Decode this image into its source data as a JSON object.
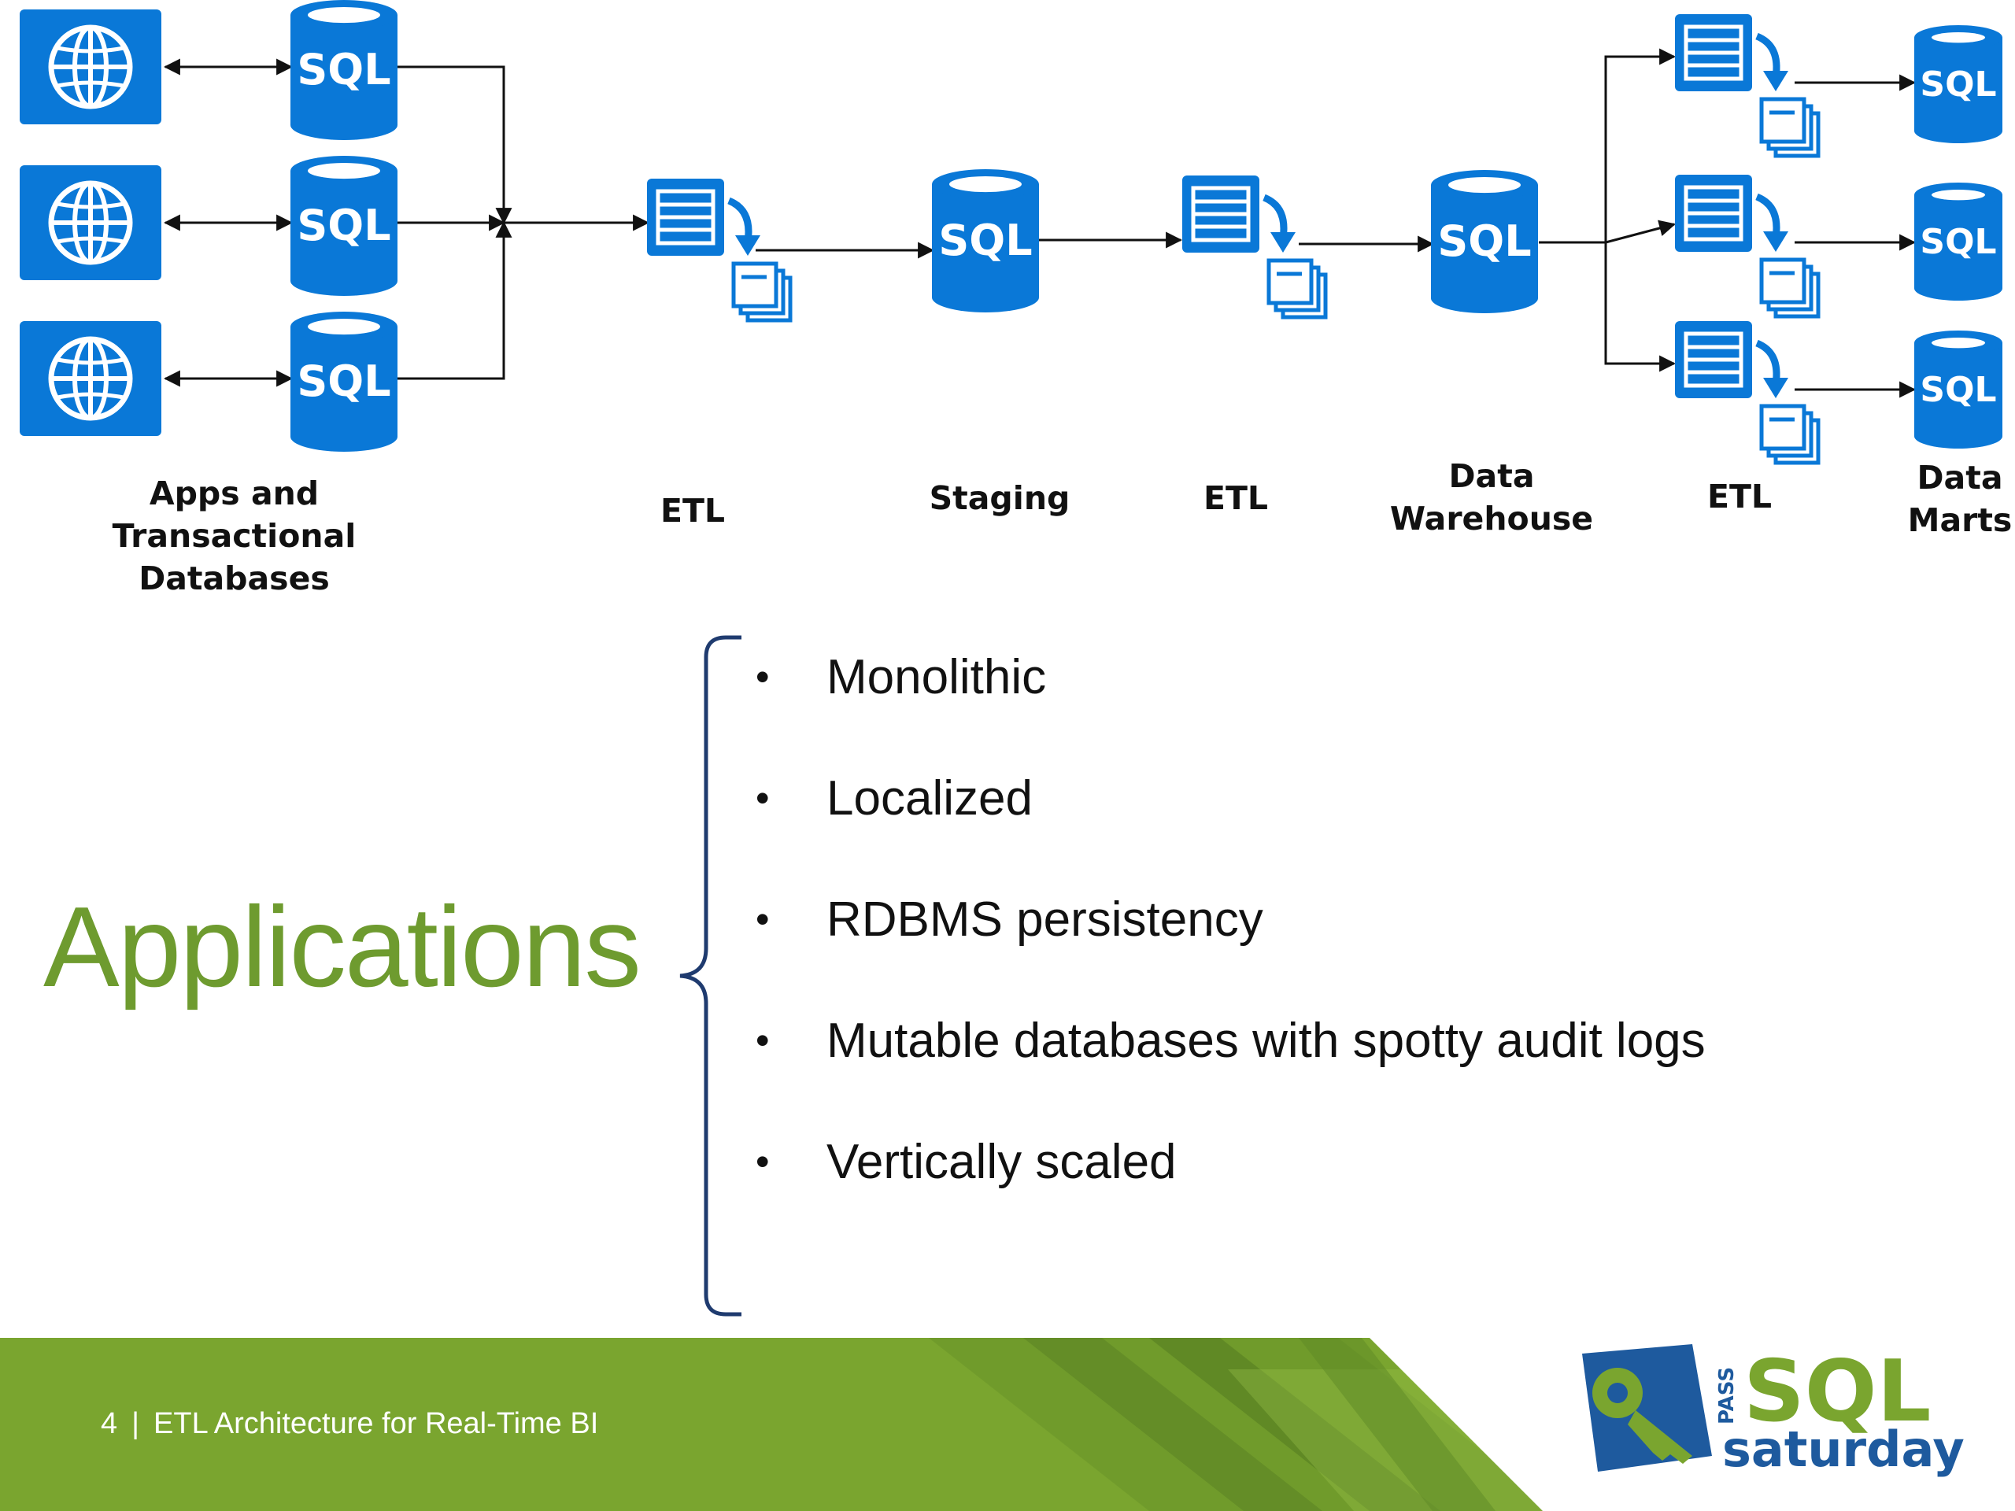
{
  "diagram": {
    "labels": {
      "sources": "Apps and Transactional Databases",
      "etl1": "ETL",
      "staging": "Staging",
      "etl2": "ETL",
      "warehouse": "Data Warehouse",
      "etl3": "ETL",
      "marts": "Data Marts"
    },
    "sql_text": "SQL",
    "icons": [
      "globe-icon",
      "sql-database-icon",
      "etl-document-icon"
    ],
    "colors": {
      "icon_blue": "#0a78d7"
    }
  },
  "main": {
    "title": "Applications",
    "bullets": [
      "Monolithic",
      "Localized",
      "RDBMS persistency",
      "Mutable databases with spotty audit logs",
      "Vertically scaled"
    ]
  },
  "footer": {
    "page_number": "4",
    "separator": "|",
    "caption": "ETL Architecture for Real-Time BI"
  },
  "logo": {
    "pass": "PASS",
    "sql": "SQL",
    "saturday": "saturday"
  },
  "colors": {
    "title_green": "#6e9b2f",
    "footer_green": "#7aa52f",
    "bracket": "#1f3b6f",
    "logo_blue": "#1e5a9e"
  }
}
